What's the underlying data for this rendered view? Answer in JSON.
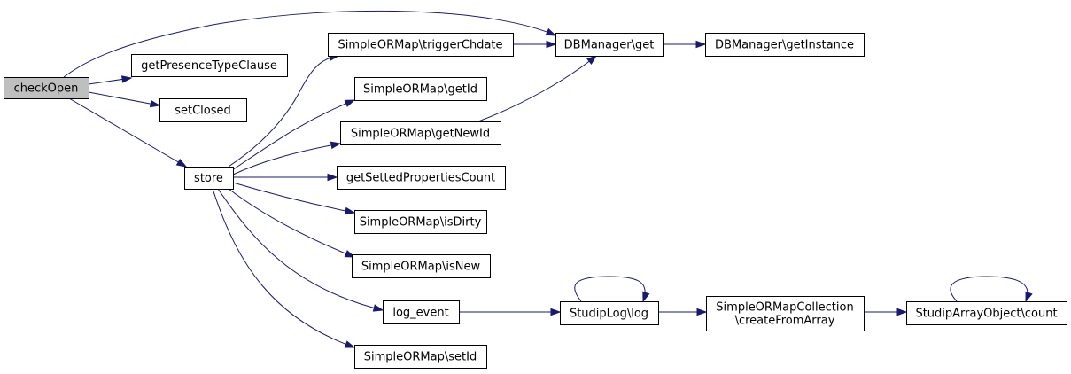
{
  "graph": {
    "nodes": [
      {
        "id": "checkOpen",
        "lines": [
          "checkOpen"
        ],
        "root": true
      },
      {
        "id": "getPresenceTypeClause",
        "lines": [
          "getPresenceTypeClause"
        ]
      },
      {
        "id": "setClosed",
        "lines": [
          "setClosed"
        ]
      },
      {
        "id": "store",
        "lines": [
          "store"
        ]
      },
      {
        "id": "triggerChdate",
        "lines": [
          "SimpleORMap\\triggerChdate"
        ]
      },
      {
        "id": "getId",
        "lines": [
          "SimpleORMap\\getId"
        ]
      },
      {
        "id": "getNewId",
        "lines": [
          "SimpleORMap\\getNewId"
        ]
      },
      {
        "id": "getSettedPropertiesCount",
        "lines": [
          "getSettedPropertiesCount"
        ]
      },
      {
        "id": "isDirty",
        "lines": [
          "SimpleORMap\\isDirty"
        ]
      },
      {
        "id": "isNew",
        "lines": [
          "SimpleORMap\\isNew"
        ]
      },
      {
        "id": "log_event",
        "lines": [
          "log_event"
        ]
      },
      {
        "id": "setId",
        "lines": [
          "SimpleORMap\\setId"
        ]
      },
      {
        "id": "dbget",
        "lines": [
          "DBManager\\get"
        ]
      },
      {
        "id": "getInstance",
        "lines": [
          "DBManager\\getInstance"
        ]
      },
      {
        "id": "studiplog",
        "lines": [
          "StudipLog\\log"
        ]
      },
      {
        "id": "createFromArray",
        "lines": [
          "SimpleORMapCollection",
          "\\createFromArray"
        ]
      },
      {
        "id": "count",
        "lines": [
          "StudipArrayObject\\count"
        ]
      }
    ],
    "edges": [
      {
        "from": "checkOpen",
        "to": "dbget"
      },
      {
        "from": "checkOpen",
        "to": "getPresenceTypeClause"
      },
      {
        "from": "checkOpen",
        "to": "setClosed"
      },
      {
        "from": "checkOpen",
        "to": "store"
      },
      {
        "from": "store",
        "to": "triggerChdate"
      },
      {
        "from": "store",
        "to": "getId"
      },
      {
        "from": "store",
        "to": "getNewId"
      },
      {
        "from": "store",
        "to": "getSettedPropertiesCount"
      },
      {
        "from": "store",
        "to": "isDirty"
      },
      {
        "from": "store",
        "to": "isNew"
      },
      {
        "from": "store",
        "to": "log_event"
      },
      {
        "from": "store",
        "to": "setId"
      },
      {
        "from": "triggerChdate",
        "to": "dbget"
      },
      {
        "from": "getNewId",
        "to": "dbget"
      },
      {
        "from": "dbget",
        "to": "getInstance"
      },
      {
        "from": "log_event",
        "to": "studiplog"
      },
      {
        "from": "studiplog",
        "to": "studiplog"
      },
      {
        "from": "studiplog",
        "to": "createFromArray"
      },
      {
        "from": "createFromArray",
        "to": "count"
      },
      {
        "from": "count",
        "to": "count"
      }
    ],
    "colors": {
      "edge": "#191970",
      "root_fill": "#bfbfbf",
      "node_fill": "#ffffff",
      "border": "#000000"
    }
  }
}
